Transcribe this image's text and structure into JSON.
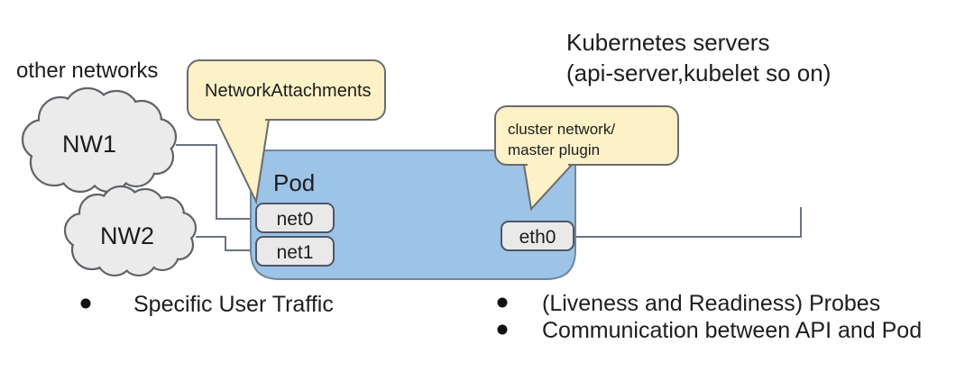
{
  "header": {
    "other_networks": "other networks",
    "kubernetes_servers_line1": "Kubernetes servers",
    "kubernetes_servers_line2": "(api-server,kubelet so on)"
  },
  "diagram": {
    "pod_label": "Pod",
    "clouds": [
      {
        "label": "NW1"
      },
      {
        "label": "NW2"
      }
    ],
    "interfaces": [
      {
        "label": "net0"
      },
      {
        "label": "net1"
      },
      {
        "label": "eth0"
      }
    ],
    "callouts": {
      "network_attachments": "NetworkAttachments",
      "cluster_network_line1": "cluster network/",
      "cluster_network_line2": "master plugin"
    }
  },
  "bullets": {
    "left": [
      "Specific User Traffic"
    ],
    "right": [
      "(Liveness and Readiness) Probes",
      "Communication between API and Pod"
    ]
  },
  "colors": {
    "pod_fill": "#9dc3e6",
    "pod_border": "#71879c",
    "callout_fill": "#fdf1c7",
    "cloud_fill": "#ebebeb",
    "interface_fill": "#e9e9e9",
    "connector_line": "#6b7280",
    "text": "#1d1d1d"
  }
}
